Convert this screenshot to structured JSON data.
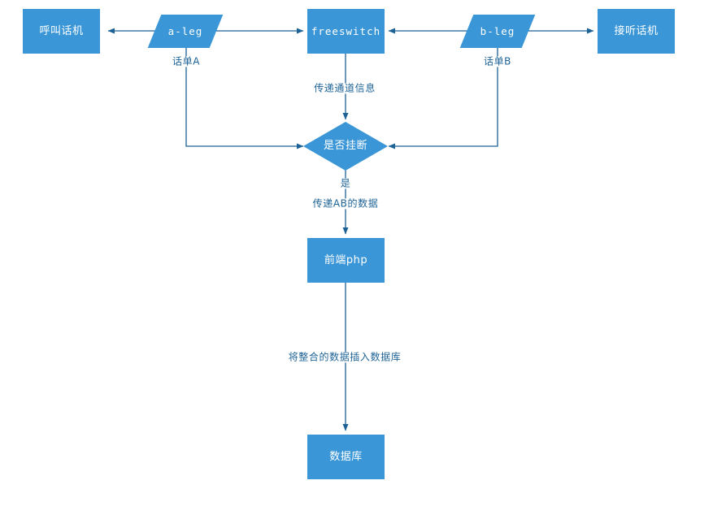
{
  "diagram": {
    "title": "freeswitch call detail record flow",
    "colors": {
      "node_fill": "#3a96d6",
      "node_text": "#ffffff",
      "edge_line": "#1c6296",
      "edge_label_text": "#1c6296",
      "background": "#ffffff"
    },
    "nodes": [
      {
        "id": "caller",
        "label": "呼叫话机",
        "shape": "rect"
      },
      {
        "id": "aleg",
        "label": "a-leg",
        "shape": "parallelogram"
      },
      {
        "id": "freeswitch",
        "label": "freeswitch",
        "shape": "rect"
      },
      {
        "id": "bleg",
        "label": "b-leg",
        "shape": "parallelogram"
      },
      {
        "id": "callee",
        "label": "接听话机",
        "shape": "rect"
      },
      {
        "id": "hangup",
        "label": "是否挂断",
        "shape": "diamond"
      },
      {
        "id": "php",
        "label": "前端php",
        "shape": "rect"
      },
      {
        "id": "database",
        "label": "数据库",
        "shape": "rect"
      }
    ],
    "edge_labels": [
      {
        "id": "cdr-a",
        "text": "话单A"
      },
      {
        "id": "cdr-b",
        "text": "话单B"
      },
      {
        "id": "channel-info",
        "text": "传递通道信息"
      },
      {
        "id": "yes",
        "text": "是"
      },
      {
        "id": "ab-data",
        "text": "传递AB的数据"
      },
      {
        "id": "insert-db",
        "text": "将整合的数据插入数据库"
      }
    ]
  }
}
